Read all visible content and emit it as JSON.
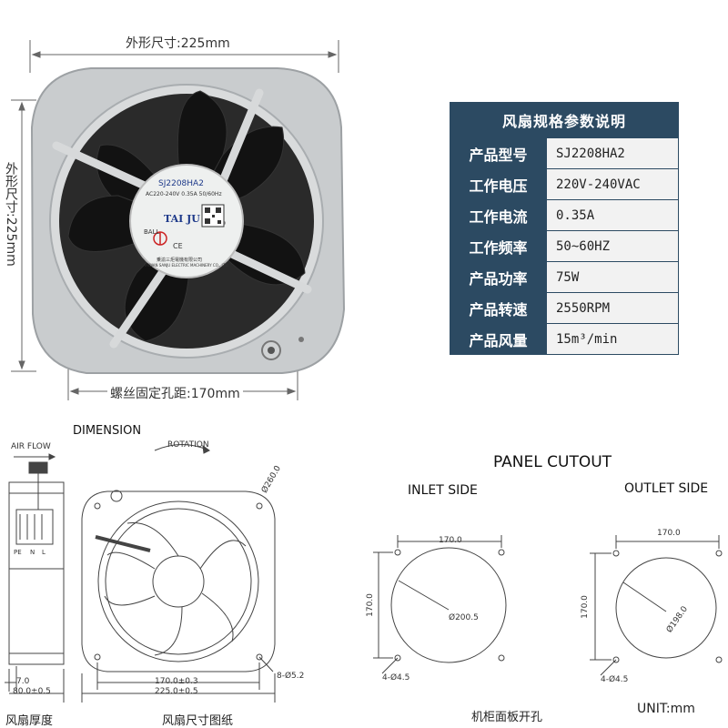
{
  "photo_section": {
    "width_label": "外形尺寸:225mm",
    "height_label": "外形尺寸:225mm",
    "hole_label": "螺丝固定孔距:170mm",
    "fan_sticker": {
      "model": "SJ2208HA2",
      "rating": "AC220-240V  0.35A  50/60Hz",
      "brand": "TAI JU",
      "bearing": "BALL",
      "maker": "乗渝三炬電機有限公司",
      "maker_en": "TAIWAN SANJU ELECTRIC MACHINERY CO., LTD."
    }
  },
  "spec_table": {
    "title": "风扇规格参数说明",
    "rows": [
      {
        "key": "产品型号",
        "value": "SJ2208HA2"
      },
      {
        "key": "工作电压",
        "value": "220V-240VAC"
      },
      {
        "key": "工作电流",
        "value": "0.35A"
      },
      {
        "key": "工作频率",
        "value": "50~60HZ"
      },
      {
        "key": "产品功率",
        "value": "75W"
      },
      {
        "key": "产品转速",
        "value": "2550RPM"
      },
      {
        "key": "产品风量",
        "value": "15m³/min"
      }
    ]
  },
  "dimension_drawing": {
    "title": "DIMENSION",
    "air_flow": "AIR FLOW",
    "rotation": "ROTATION",
    "diameter": "Ø260.0",
    "terminals": [
      "PE",
      "N",
      "L"
    ],
    "thickness_1": "7.0",
    "thickness_2": "80.0±0.5",
    "hole_pitch": "170.0±0.3",
    "overall": "225.0±0.5",
    "mount_holes": "8-Ø5.2",
    "caption_thickness": "风扇厚度",
    "caption_size": "风扇尺寸图纸"
  },
  "panel_cutout": {
    "title": "PANEL CUTOUT",
    "inlet": {
      "label": "INLET SIDE",
      "pitch": "170.0",
      "pitch_v": "170.0",
      "diameter": "Ø200.5",
      "holes": "4-Ø4.5"
    },
    "outlet": {
      "label": "OUTLET SIDE",
      "pitch": "170.0",
      "pitch_v": "170.0",
      "diameter": "Ø198.0",
      "holes": "4-Ø4.5"
    },
    "caption": "机柜面板开孔",
    "unit": "UNIT:mm"
  },
  "colors": {
    "table_header": "#2c4a62",
    "table_value_bg": "#f2f2f2",
    "fan_frame": "#c9ccce",
    "fan_blade": "#121212"
  }
}
